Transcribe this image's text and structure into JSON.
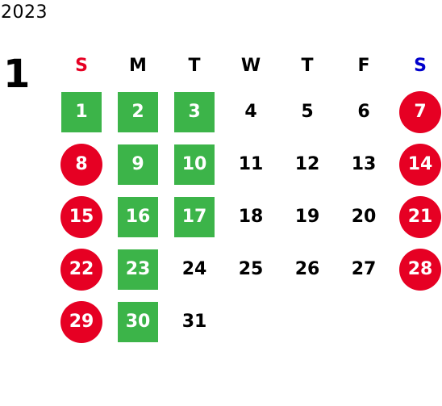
{
  "calendar": {
    "year": "2023",
    "month": "1",
    "weekday_headers": [
      {
        "label": "S",
        "color": "#e60023"
      },
      {
        "label": "M",
        "color": "#000000"
      },
      {
        "label": "T",
        "color": "#000000"
      },
      {
        "label": "W",
        "color": "#000000"
      },
      {
        "label": "T",
        "color": "#000000"
      },
      {
        "label": "F",
        "color": "#000000"
      },
      {
        "label": "S",
        "color": "#0000cc"
      }
    ],
    "colors": {
      "holiday_red": "#e60023",
      "highlight_green": "#3cb449",
      "saturday_blue": "#0000cc"
    },
    "weeks": [
      [
        {
          "day": "1",
          "style": "green"
        },
        {
          "day": "2",
          "style": "green"
        },
        {
          "day": "3",
          "style": "green"
        },
        {
          "day": "4",
          "style": "plain"
        },
        {
          "day": "5",
          "style": "plain"
        },
        {
          "day": "6",
          "style": "plain"
        },
        {
          "day": "7",
          "style": "red"
        }
      ],
      [
        {
          "day": "8",
          "style": "red"
        },
        {
          "day": "9",
          "style": "green"
        },
        {
          "day": "10",
          "style": "green"
        },
        {
          "day": "11",
          "style": "plain"
        },
        {
          "day": "12",
          "style": "plain"
        },
        {
          "day": "13",
          "style": "plain"
        },
        {
          "day": "14",
          "style": "red"
        }
      ],
      [
        {
          "day": "15",
          "style": "red"
        },
        {
          "day": "16",
          "style": "green"
        },
        {
          "day": "17",
          "style": "green"
        },
        {
          "day": "18",
          "style": "plain"
        },
        {
          "day": "19",
          "style": "plain"
        },
        {
          "day": "20",
          "style": "plain"
        },
        {
          "day": "21",
          "style": "red"
        }
      ],
      [
        {
          "day": "22",
          "style": "red"
        },
        {
          "day": "23",
          "style": "green"
        },
        {
          "day": "24",
          "style": "plain"
        },
        {
          "day": "25",
          "style": "plain"
        },
        {
          "day": "26",
          "style": "plain"
        },
        {
          "day": "27",
          "style": "plain"
        },
        {
          "day": "28",
          "style": "red"
        }
      ],
      [
        {
          "day": "29",
          "style": "red"
        },
        {
          "day": "30",
          "style": "green"
        },
        {
          "day": "31",
          "style": "plain"
        },
        {
          "day": "",
          "style": "empty"
        },
        {
          "day": "",
          "style": "empty"
        },
        {
          "day": "",
          "style": "empty"
        },
        {
          "day": "",
          "style": "empty"
        }
      ]
    ]
  }
}
